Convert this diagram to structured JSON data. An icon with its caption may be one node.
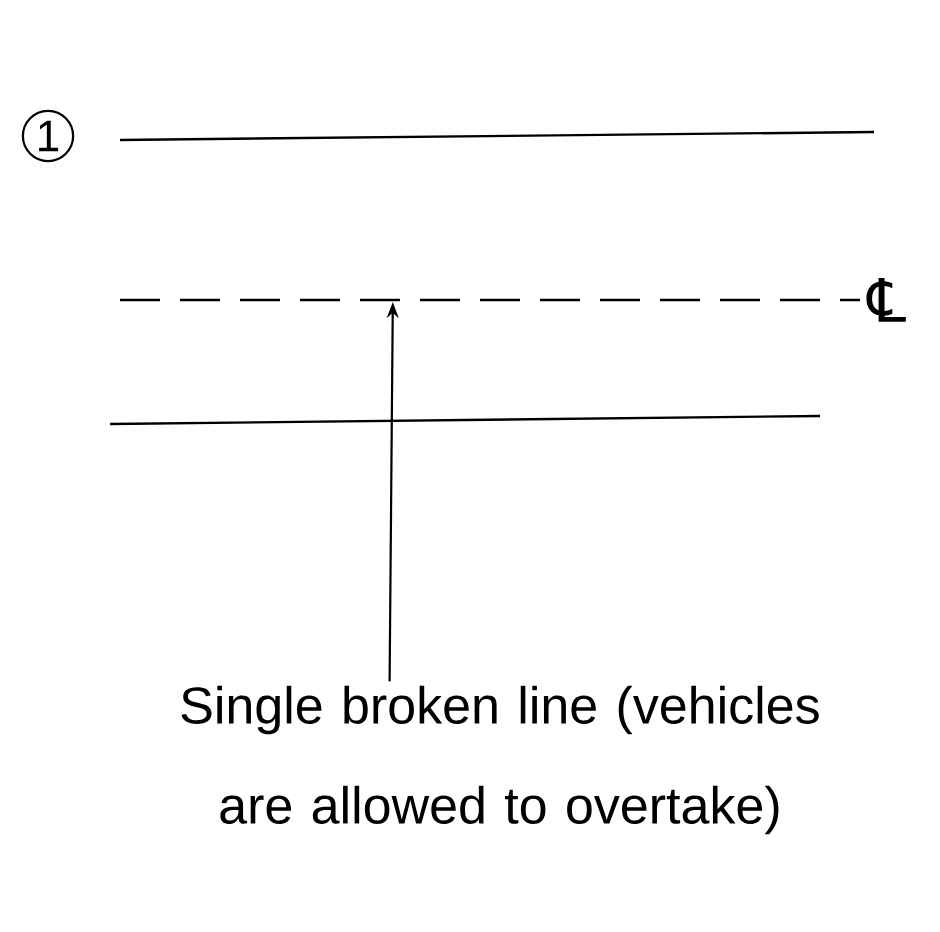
{
  "diagram": {
    "nodes": [
      {
        "text": [
          "Single broken line (vehicles are allowed to overtake)"
        ]
      },
      {
        "text": [],
        "shape": "line",
        "beside": [
          "℄"
        ]
      }
    ],
    "edges": [
      {
        "from": 0,
        "to": 1,
        "arrow": "to"
      }
    ],
    "labels": [
      "1"
    ]
  }
}
